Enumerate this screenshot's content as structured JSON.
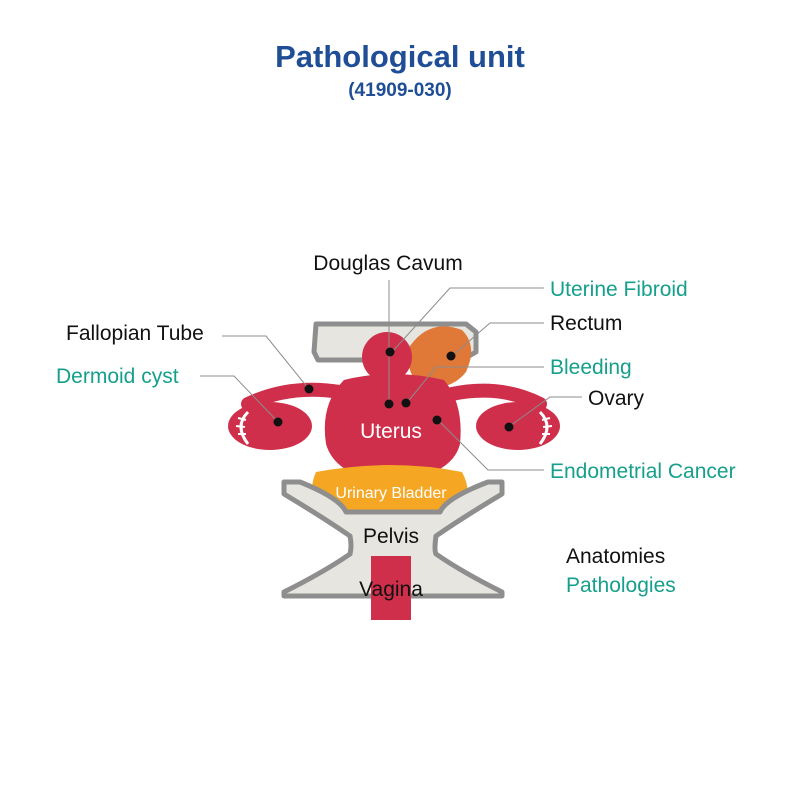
{
  "header": {
    "title": "Pathological unit",
    "subtitle": "(41909-030)"
  },
  "colors": {
    "title": "#1f4e96",
    "anatomy_text": "#111111",
    "pathology_text": "#16a08c",
    "organ_red": "#cf2f4a",
    "rectum_orange": "#e07838",
    "bladder_yellow": "#f5a623",
    "bone_fill": "#e6e5e0",
    "bone_stroke": "#8e8e8e",
    "leader": "#8c8c8c"
  },
  "labels": {
    "douglas_cavum": "Douglas Cavum",
    "uterine_fibroid": "Uterine Fibroid",
    "rectum": "Rectum",
    "fallopian_tube": "Fallopian Tube",
    "bleeding": "Bleeding",
    "dermoid_cyst": "Dermoid cyst",
    "ovary": "Ovary",
    "uterus": "Uterus",
    "endometrial_cancer": "Endometrial Cancer",
    "urinary_bladder": "Urinary Bladder",
    "pelvis": "Pelvis",
    "vagina": "Vagina"
  },
  "legend": {
    "anatomies": "Anatomies",
    "pathologies": "Pathologies"
  }
}
